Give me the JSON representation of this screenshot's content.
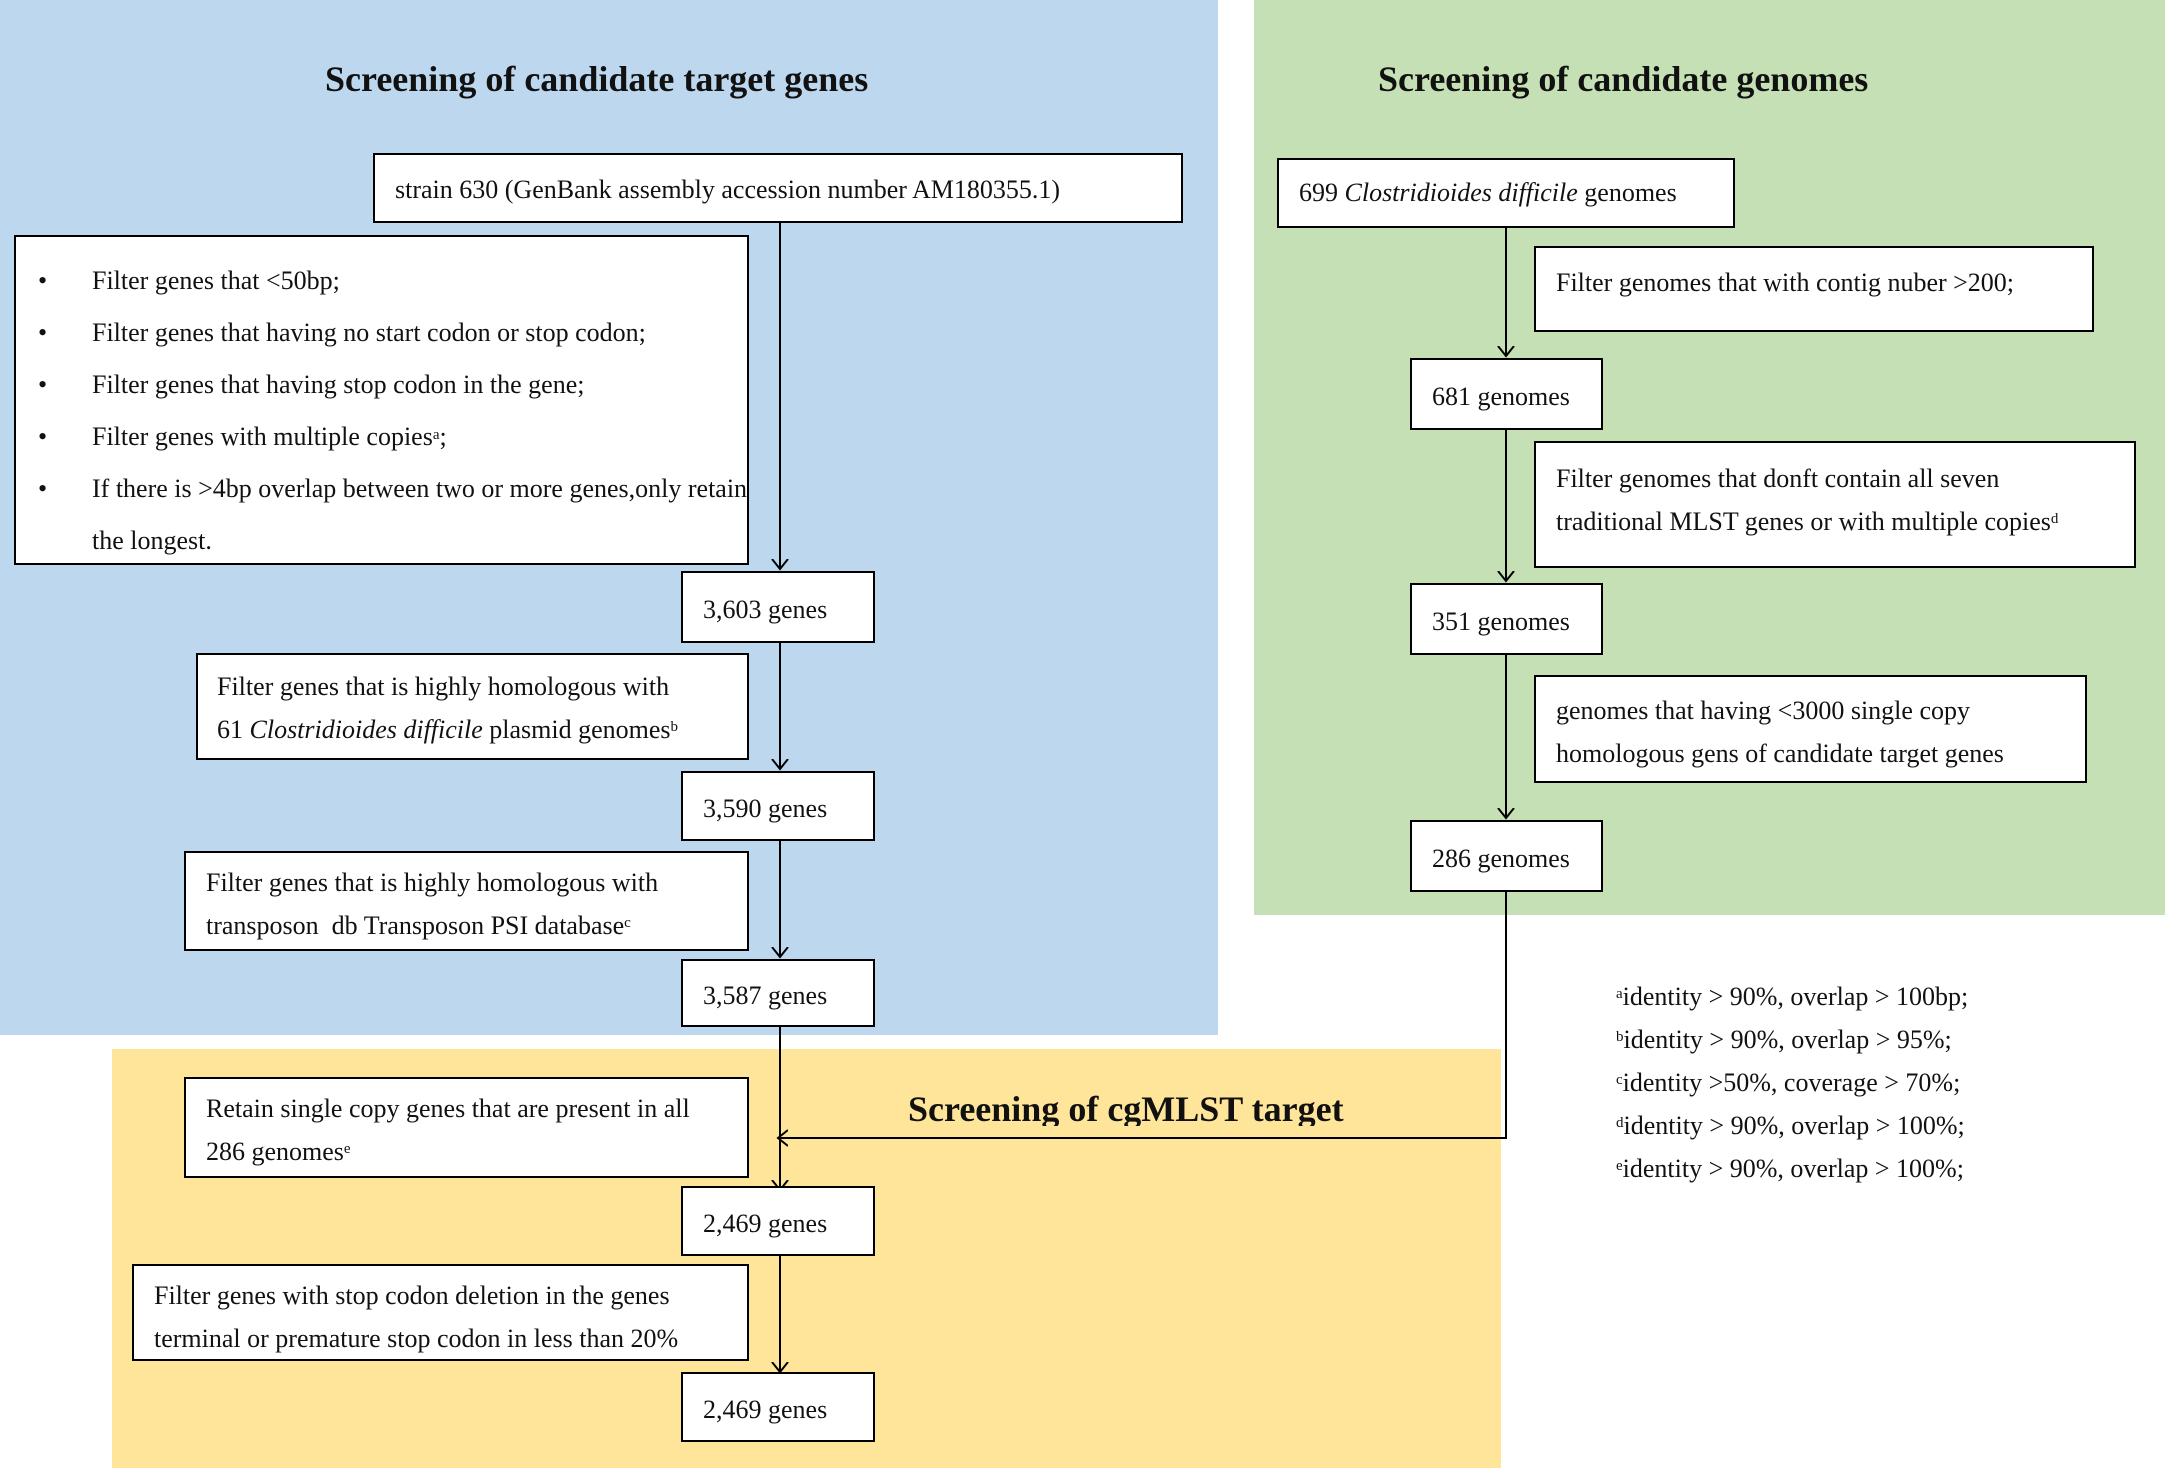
{
  "panels": {
    "target_genes": {
      "title": "Screening of candidate target genes",
      "color": "#bdd7ee"
    },
    "genomes": {
      "title": "Screening of candidate genomes",
      "color": "#c5e0b4"
    },
    "cgmlst": {
      "title": "Screening of cgMLST target",
      "color": "#fee599"
    }
  },
  "left_flow": {
    "source": "strain 630 (GenBank assembly accession number AM180355.1)",
    "filters": [
      {
        "text": "Filter genes that <50bp;"
      },
      {
        "text": "Filter genes that having no start codon or stop codon;"
      },
      {
        "text": "Filter genes that having stop codon in the gene;"
      },
      {
        "text": "Filter genes with multiple copies",
        "sup": "a",
        "tail": ";"
      },
      {
        "text": "If there is >4bp overlap between two or more genes,only retain the longest."
      }
    ],
    "bullet": "•",
    "count1": "3,603 genes",
    "plasmid_filter": {
      "line1": "Filter genes that is highly homologous with",
      "prefix": "61 ",
      "species": "Clostridioides difficile",
      "suffix": " plasmid genomes",
      "sup": "b"
    },
    "count2": "3,590 genes",
    "transposon_filter": {
      "line1": "Filter genes that is highly homologous with",
      "line2": "transposon  db Transposon PSI database",
      "sup": "c"
    },
    "count3": "3,587 genes"
  },
  "right_flow": {
    "source": {
      "prefix": "699 ",
      "species": "Clostridioides difficile",
      "suffix": " genomes"
    },
    "filter1": "Filter genomes that with contig nuber >200;",
    "count1": "681 genomes",
    "filter2": {
      "line1": "Filter genomes that donft contain all seven",
      "line2": "traditional MLST genes or with multiple copies",
      "sup": "d"
    },
    "count2": "351 genomes",
    "filter3": {
      "line1": "genomes that having <3000 single copy",
      "line2": "homologous gens of candidate target genes"
    },
    "count3": "286 genomes"
  },
  "bottom_flow": {
    "retain": {
      "line1": "Retain single copy genes that are present in all",
      "line2": "286 genomes",
      "sup": "e"
    },
    "count1": "2,469 genes",
    "stop_filter": {
      "line1": "Filter genes with stop codon deletion in the genes",
      "line2": "terminal or premature stop codon in less than 20%"
    },
    "count2": "2,469 genes"
  },
  "footnotes": [
    {
      "sup": "a",
      "text": "identity > 90%, overlap > 100bp;"
    },
    {
      "sup": "b",
      "text": "identity > 90%, overlap > 95%;"
    },
    {
      "sup": "c",
      "text": "identity >50%, coverage > 70%;"
    },
    {
      "sup": "d",
      "text": "identity > 90%, overlap > 100%;"
    },
    {
      "sup": "e",
      "text": "identity > 90%, overlap > 100%;"
    }
  ]
}
